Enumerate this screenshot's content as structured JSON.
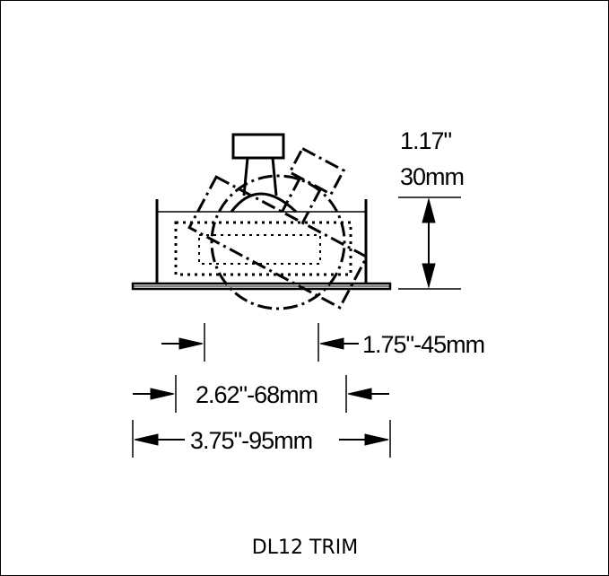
{
  "labels": {
    "height_in": "1.17\"",
    "height_mm": "30mm",
    "aperture": "1.75\"-45mm",
    "inner": "2.62\"-68mm",
    "outer": "3.75\"-95mm",
    "caption": "DL12 TRIM"
  },
  "colors": {
    "line": "#000000",
    "background": "#ffffff"
  }
}
